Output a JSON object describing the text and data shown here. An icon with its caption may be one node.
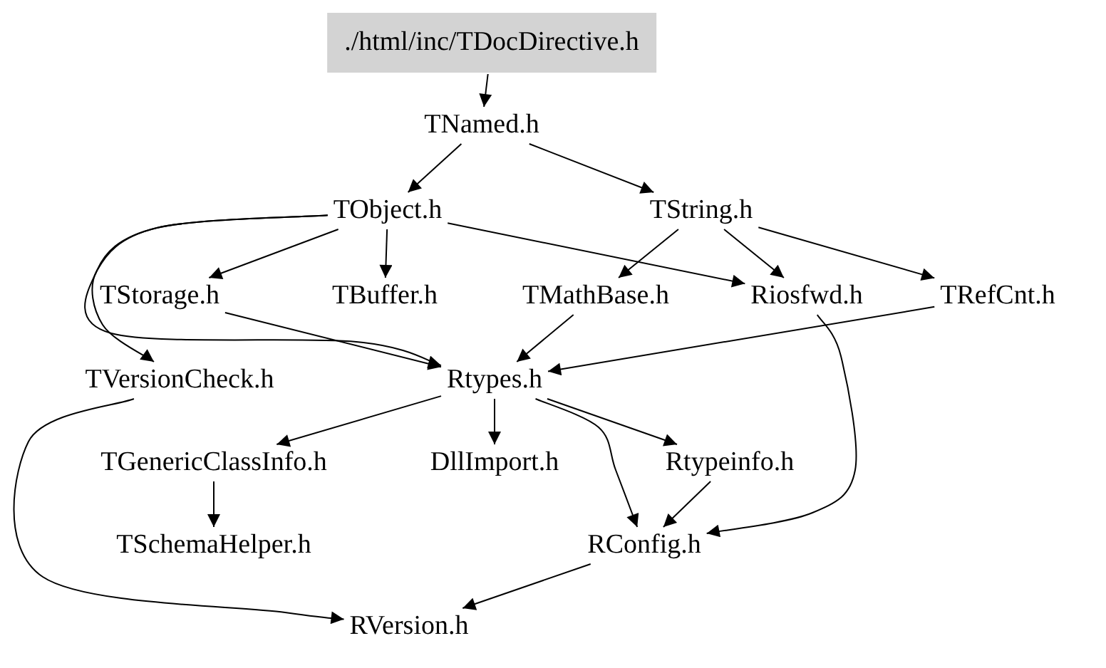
{
  "diagram": {
    "nodes": [
      {
        "text": [
          "./html/inc/TDocDirective.h"
        ]
      },
      {
        "text": [
          "TNamed.h"
        ]
      },
      {
        "text": [
          "TObject.h"
        ]
      },
      {
        "text": [
          "TString.h"
        ]
      },
      {
        "text": [
          "TStorage.h"
        ]
      },
      {
        "text": [
          "TBuffer.h"
        ]
      },
      {
        "text": [
          "TMathBase.h"
        ]
      },
      {
        "text": [
          "Riosfwd.h"
        ]
      },
      {
        "text": [
          "TRefCnt.h"
        ]
      },
      {
        "text": [
          "TVersionCheck.h"
        ]
      },
      {
        "text": [
          "Rtypes.h"
        ]
      },
      {
        "text": [
          "TGenericClassInfo.h"
        ]
      },
      {
        "text": [
          "DllImport.h"
        ]
      },
      {
        "text": [
          "Rtypeinfo.h"
        ]
      },
      {
        "text": [
          "TSchemaHelper.h"
        ]
      },
      {
        "text": [
          "RConfig.h"
        ]
      },
      {
        "text": [
          "RVersion.h"
        ]
      }
    ],
    "edges": [
      {
        "from": 0,
        "to": 1,
        "arrow": "to"
      },
      {
        "from": 1,
        "to": 2,
        "arrow": "to"
      },
      {
        "from": 1,
        "to": 3,
        "arrow": "to"
      },
      {
        "from": 2,
        "to": 4,
        "arrow": "to"
      },
      {
        "from": 2,
        "to": 5,
        "arrow": "to"
      },
      {
        "from": 2,
        "to": 7,
        "arrow": "to"
      },
      {
        "from": 2,
        "to": 9,
        "arrow": "to"
      },
      {
        "from": 2,
        "to": 10,
        "arrow": "to"
      },
      {
        "from": 3,
        "to": 6,
        "arrow": "to"
      },
      {
        "from": 3,
        "to": 7,
        "arrow": "to"
      },
      {
        "from": 3,
        "to": 8,
        "arrow": "to"
      },
      {
        "from": 4,
        "to": 10,
        "arrow": "to"
      },
      {
        "from": 6,
        "to": 10,
        "arrow": "to"
      },
      {
        "from": 7,
        "to": 15,
        "arrow": "to"
      },
      {
        "from": 8,
        "to": 10,
        "arrow": "to"
      },
      {
        "from": 9,
        "to": 16,
        "arrow": "to"
      },
      {
        "from": 10,
        "to": 11,
        "arrow": "to"
      },
      {
        "from": 10,
        "to": 12,
        "arrow": "to"
      },
      {
        "from": 10,
        "to": 13,
        "arrow": "to"
      },
      {
        "from": 10,
        "to": 15,
        "arrow": "to"
      },
      {
        "from": 11,
        "to": 14,
        "arrow": "to"
      },
      {
        "from": 13,
        "to": 15,
        "arrow": "to"
      },
      {
        "from": 15,
        "to": 16,
        "arrow": "to"
      }
    ]
  }
}
